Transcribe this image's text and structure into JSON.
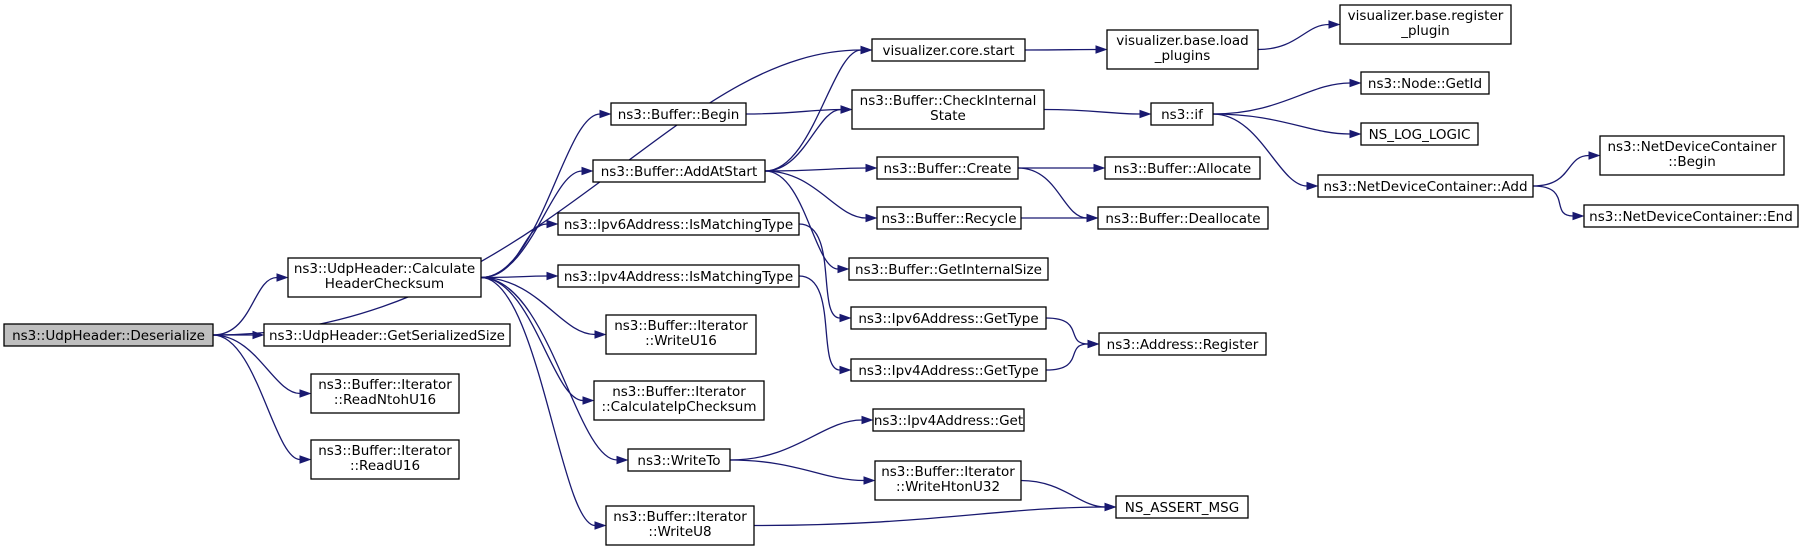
{
  "diagram": {
    "nodes": [
      {
        "id": "deserialize",
        "lines": [
          "ns3::UdpHeader::Deserialize"
        ],
        "root": true
      },
      {
        "id": "calc_checksum",
        "lines": [
          "ns3::UdpHeader::Calculate",
          "HeaderChecksum"
        ]
      },
      {
        "id": "get_serialized_size",
        "lines": [
          "ns3::UdpHeader::GetSerializedSize"
        ]
      },
      {
        "id": "read_ntoh_u16",
        "lines": [
          "ns3::Buffer::Iterator",
          "::ReadNtohU16"
        ]
      },
      {
        "id": "read_u16",
        "lines": [
          "ns3::Buffer::Iterator",
          "::ReadU16"
        ]
      },
      {
        "id": "buffer_begin",
        "lines": [
          "ns3::Buffer::Begin"
        ]
      },
      {
        "id": "add_at_start",
        "lines": [
          "ns3::Buffer::AddAtStart"
        ]
      },
      {
        "id": "ipv6_is_matching",
        "lines": [
          "ns3::Ipv6Address::IsMatchingType"
        ]
      },
      {
        "id": "ipv4_is_matching",
        "lines": [
          "ns3::Ipv4Address::IsMatchingType"
        ]
      },
      {
        "id": "write_u16",
        "lines": [
          "ns3::Buffer::Iterator",
          "::WriteU16"
        ]
      },
      {
        "id": "calc_ip_checksum",
        "lines": [
          "ns3::Buffer::Iterator",
          "::CalculateIpChecksum"
        ]
      },
      {
        "id": "write_to",
        "lines": [
          "ns3::WriteTo"
        ]
      },
      {
        "id": "write_u8",
        "lines": [
          "ns3::Buffer::Iterator",
          "::WriteU8"
        ]
      },
      {
        "id": "viz_core_start",
        "lines": [
          "visualizer.core.start"
        ]
      },
      {
        "id": "check_internal_state",
        "lines": [
          "ns3::Buffer::CheckInternal",
          "State"
        ]
      },
      {
        "id": "buffer_create",
        "lines": [
          "ns3::Buffer::Create"
        ]
      },
      {
        "id": "buffer_recycle",
        "lines": [
          "ns3::Buffer::Recycle"
        ]
      },
      {
        "id": "get_internal_size",
        "lines": [
          "ns3::Buffer::GetInternalSize"
        ]
      },
      {
        "id": "ipv6_get_type",
        "lines": [
          "ns3::Ipv6Address::GetType"
        ]
      },
      {
        "id": "ipv4_get_type",
        "lines": [
          "ns3::Ipv4Address::GetType"
        ]
      },
      {
        "id": "ipv4_get",
        "lines": [
          "ns3::Ipv4Address::Get"
        ]
      },
      {
        "id": "write_hton_u32",
        "lines": [
          "ns3::Buffer::Iterator",
          "::WriteHtonU32"
        ]
      },
      {
        "id": "viz_load_plugins",
        "lines": [
          "visualizer.base.load",
          "_plugins"
        ]
      },
      {
        "id": "ns3_if",
        "lines": [
          "ns3::if"
        ]
      },
      {
        "id": "buffer_allocate",
        "lines": [
          "ns3::Buffer::Allocate"
        ]
      },
      {
        "id": "buffer_deallocate",
        "lines": [
          "ns3::Buffer::Deallocate"
        ]
      },
      {
        "id": "address_register",
        "lines": [
          "ns3::Address::Register"
        ]
      },
      {
        "id": "ns_assert_msg",
        "lines": [
          "NS_ASSERT_MSG"
        ]
      },
      {
        "id": "viz_register_plugin",
        "lines": [
          "visualizer.base.register",
          "_plugin"
        ]
      },
      {
        "id": "node_get_id",
        "lines": [
          "ns3::Node::GetId"
        ]
      },
      {
        "id": "ns_log_logic",
        "lines": [
          "NS_LOG_LOGIC"
        ]
      },
      {
        "id": "ndc_add",
        "lines": [
          "ns3::NetDeviceContainer::Add"
        ]
      },
      {
        "id": "ndc_begin",
        "lines": [
          "ns3::NetDeviceContainer",
          "::Begin"
        ]
      },
      {
        "id": "ndc_end",
        "lines": [
          "ns3::NetDeviceContainer::End"
        ]
      }
    ],
    "edges": [
      [
        "deserialize",
        "viz_core_start"
      ],
      [
        "deserialize",
        "calc_checksum"
      ],
      [
        "deserialize",
        "get_serialized_size"
      ],
      [
        "deserialize",
        "read_ntoh_u16"
      ],
      [
        "deserialize",
        "read_u16"
      ],
      [
        "calc_checksum",
        "buffer_begin"
      ],
      [
        "calc_checksum",
        "add_at_start"
      ],
      [
        "calc_checksum",
        "ipv6_is_matching"
      ],
      [
        "calc_checksum",
        "ipv4_is_matching"
      ],
      [
        "calc_checksum",
        "write_u16"
      ],
      [
        "calc_checksum",
        "calc_ip_checksum"
      ],
      [
        "calc_checksum",
        "write_to"
      ],
      [
        "calc_checksum",
        "write_u8"
      ],
      [
        "buffer_begin",
        "check_internal_state"
      ],
      [
        "add_at_start",
        "viz_core_start"
      ],
      [
        "add_at_start",
        "check_internal_state"
      ],
      [
        "add_at_start",
        "buffer_create"
      ],
      [
        "add_at_start",
        "buffer_recycle"
      ],
      [
        "add_at_start",
        "get_internal_size"
      ],
      [
        "ipv6_is_matching",
        "ipv6_get_type"
      ],
      [
        "ipv4_is_matching",
        "ipv4_get_type"
      ],
      [
        "write_to",
        "ipv4_get"
      ],
      [
        "write_to",
        "write_hton_u32"
      ],
      [
        "write_u8",
        "ns_assert_msg"
      ],
      [
        "viz_core_start",
        "viz_load_plugins"
      ],
      [
        "viz_load_plugins",
        "viz_register_plugin"
      ],
      [
        "check_internal_state",
        "ns3_if"
      ],
      [
        "buffer_create",
        "buffer_allocate"
      ],
      [
        "buffer_create",
        "buffer_deallocate"
      ],
      [
        "buffer_recycle",
        "buffer_deallocate"
      ],
      [
        "ipv6_get_type",
        "address_register"
      ],
      [
        "ipv4_get_type",
        "address_register"
      ],
      [
        "write_hton_u32",
        "ns_assert_msg"
      ],
      [
        "ns3_if",
        "node_get_id"
      ],
      [
        "ns3_if",
        "ns_log_logic"
      ],
      [
        "ns3_if",
        "ndc_add"
      ],
      [
        "ndc_add",
        "ndc_begin"
      ],
      [
        "ndc_add",
        "ndc_end"
      ]
    ]
  }
}
